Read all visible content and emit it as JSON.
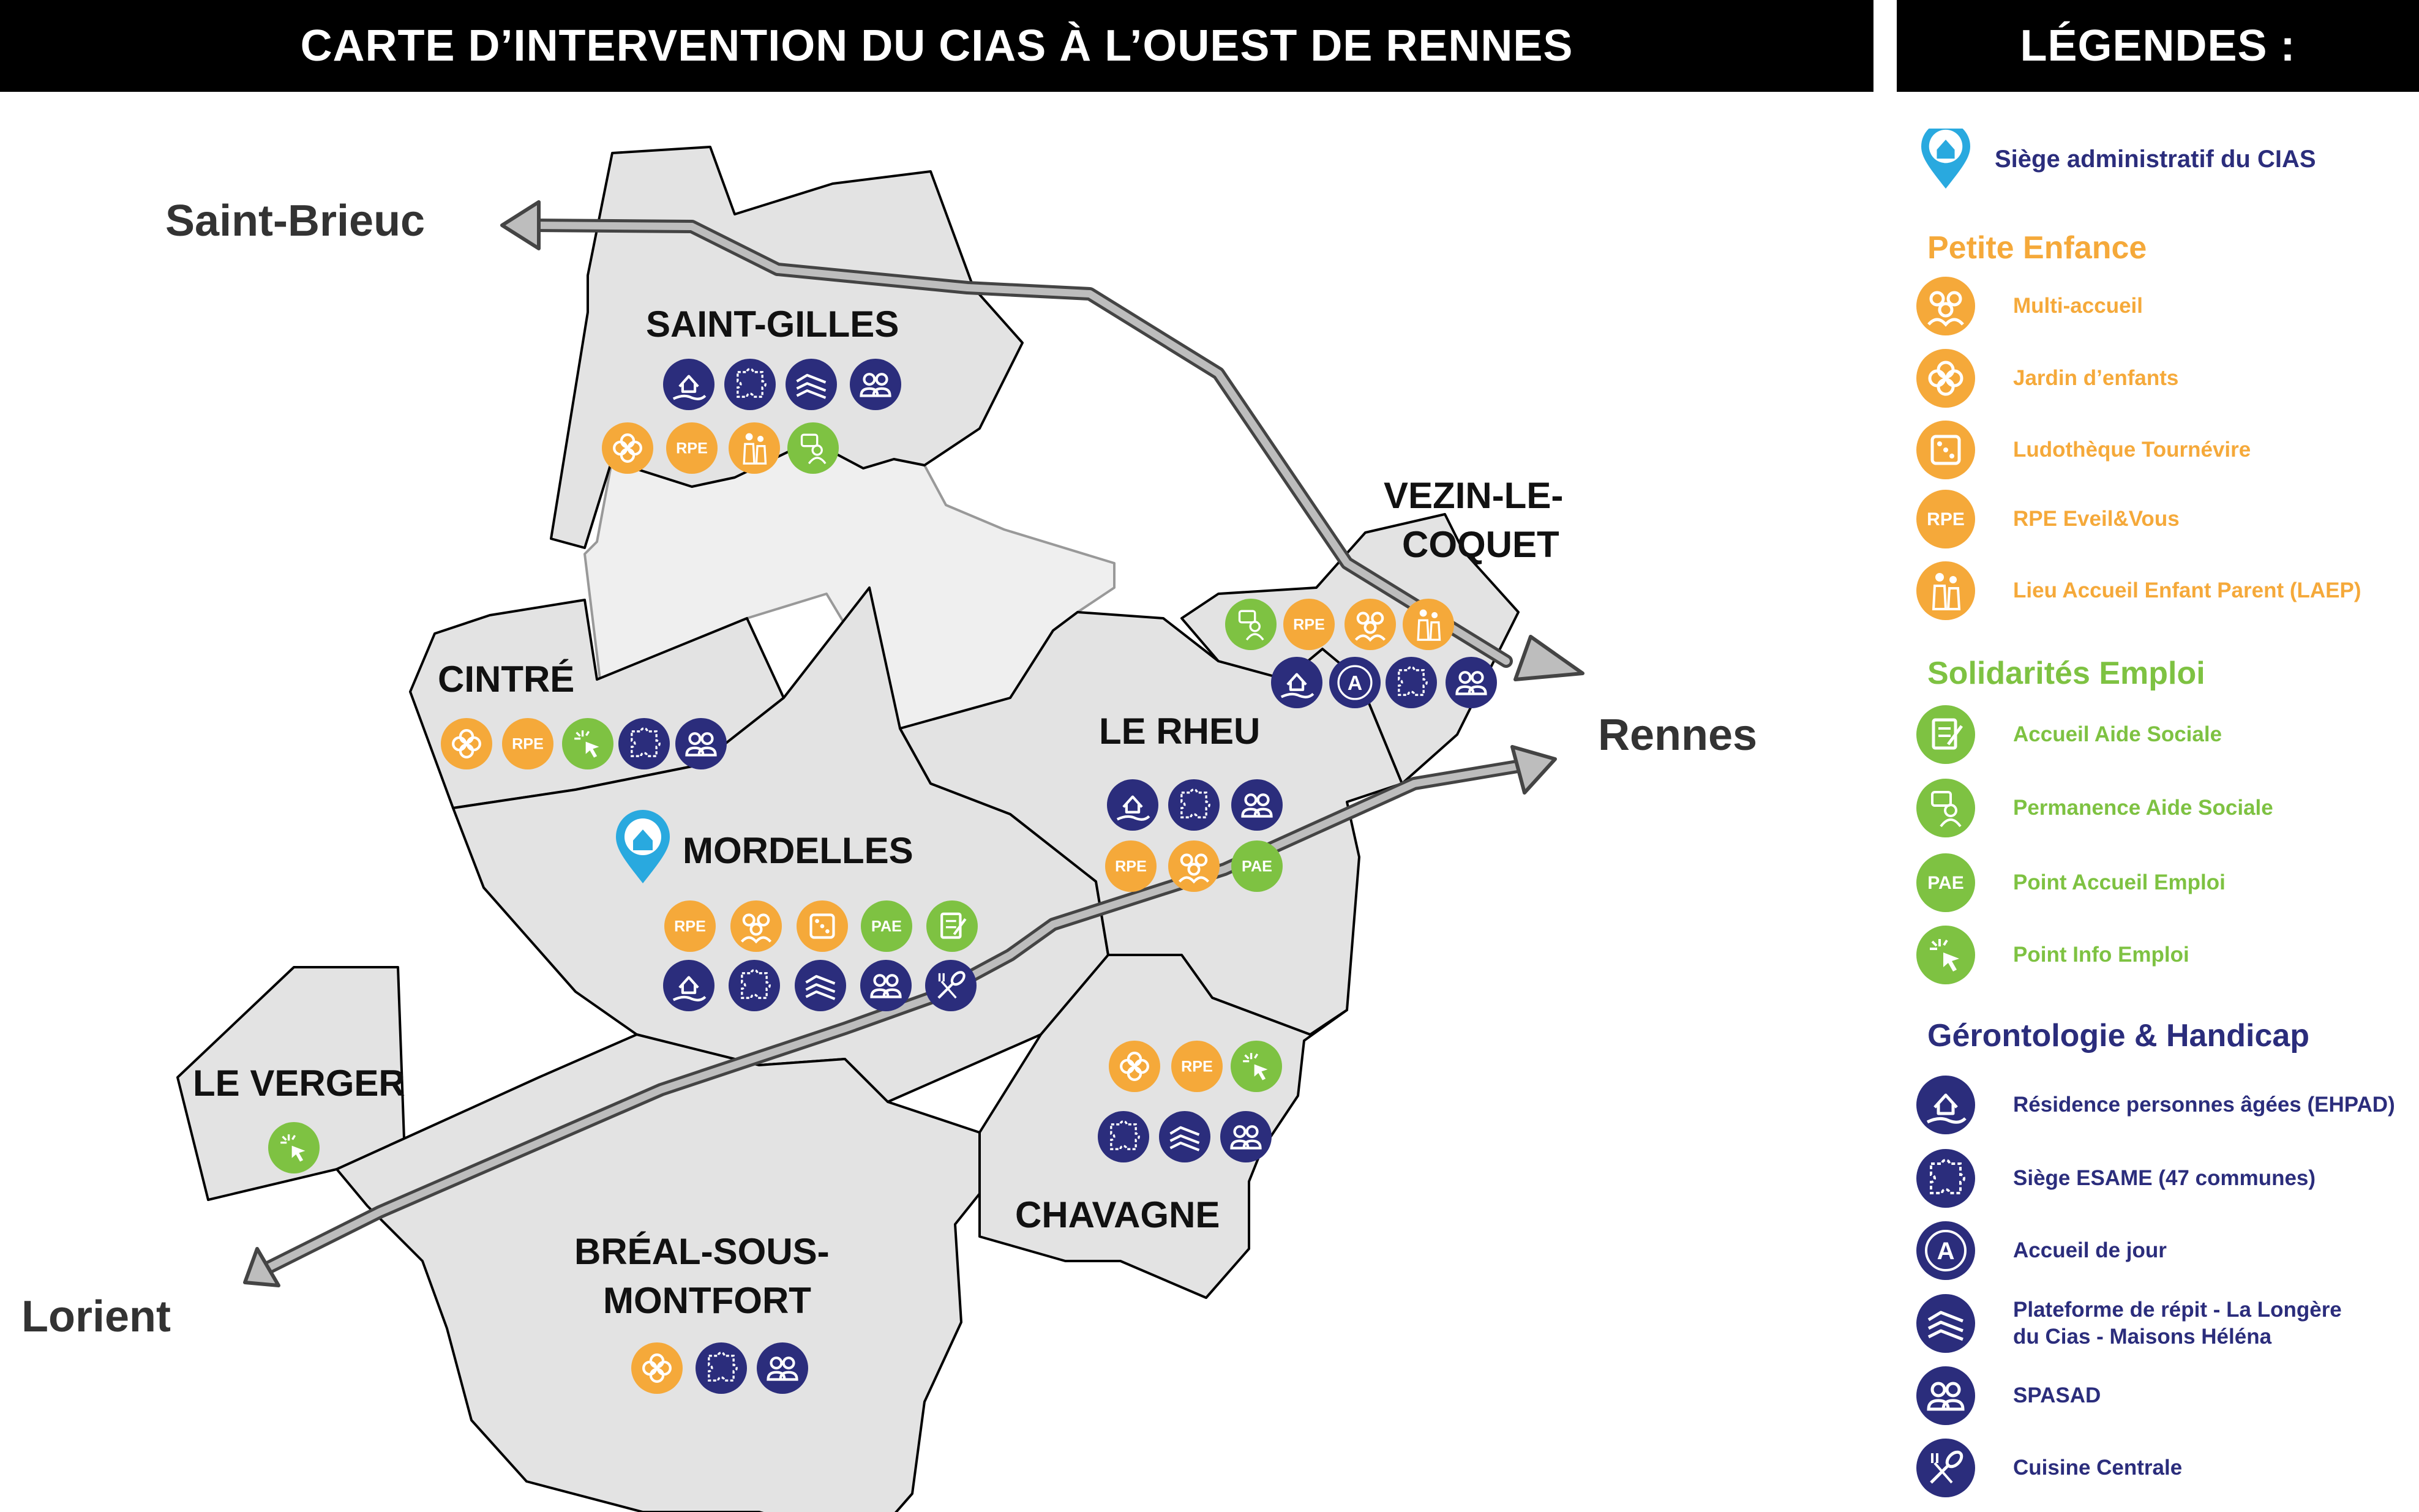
{
  "title": "CARTE D’INTERVENTION DU CIAS À L’OUEST DE RENNES",
  "legend_title": "LÉGENDES :",
  "colors": {
    "petite_enfance": "#f5a93a",
    "solidarites_emploi": "#7ec242",
    "gerontologie": "#2b2d7c",
    "siege_pin": "#29a9df",
    "municipality_fill": "#e3e3e3",
    "title_bar": "#000000"
  },
  "cities": {
    "saint_brieuc": "Saint-Brieuc",
    "rennes": "Rennes",
    "lorient": "Lorient"
  },
  "towns": {
    "saint_gilles": "SAINT-GILLES",
    "vezin_1": "VEZIN-LE-",
    "vezin_2": "COQUET",
    "cintre": "CINTRÉ",
    "le_rheu": "LE RHEU",
    "mordelles": "MORDELLES",
    "le_verger": "LE VERGER",
    "chavagne": "CHAVAGNE",
    "breal_1": "BRÉAL-SOUS-",
    "breal_2": "MONTFORT"
  },
  "icon_text": {
    "rpe": "RPE",
    "pae": "PAE",
    "accueil_jour": "A"
  },
  "legend": {
    "siege": "Siège administratif du CIAS",
    "petite_enfance": {
      "title": "Petite Enfance",
      "items": [
        "Multi-accueil",
        "Jardin d’enfants",
        "Ludothèque Tournévire",
        "RPE Eveil&Vous",
        "Lieu Accueil Enfant Parent (LAEP)"
      ]
    },
    "solidarites": {
      "title": "Solidarités Emploi",
      "items": [
        "Accueil Aide Sociale",
        "Permanence Aide Sociale",
        "Point Accueil Emploi",
        "Point Info Emploi"
      ]
    },
    "gerontologie": {
      "title": "Gérontologie & Handicap",
      "items": [
        "Résidence personnes âgées (EHPAD)",
        "Siège ESAME (47 communes)",
        "Accueil de jour",
        "Plateforme de répit - La Longère",
        "du Cias - Maisons Héléna",
        "SPASAD",
        "Cuisine Centrale"
      ]
    }
  },
  "icon_names": {
    "multi_accueil": "group-icon",
    "jardin": "clover-icon",
    "ludotheque": "dice-icon",
    "laep": "family-icon",
    "accueil_aide_sociale": "form-icon",
    "permanence_aide_sociale": "person-chat-icon",
    "point_info_emploi": "cursor-click-icon",
    "ehpad": "house-hand-icon",
    "esame": "puzzle-icon",
    "repit": "hands-icon",
    "spasad": "people-icon",
    "cuisine": "fork-spoon-icon",
    "siege": "map-pin-house-icon"
  }
}
